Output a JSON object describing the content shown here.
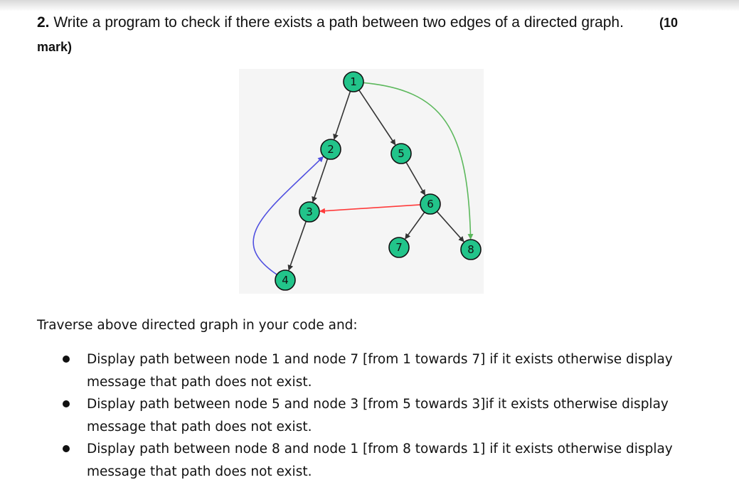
{
  "question": {
    "number": "2.",
    "text": "Write a program to check if there exists a path between two edges of a directed graph.",
    "marks_open": "(10",
    "marks_close": "mark)"
  },
  "graph": {
    "node_color": "#22c48a",
    "nodes": [
      "1",
      "2",
      "3",
      "4",
      "5",
      "6",
      "7",
      "8"
    ],
    "edges": [
      {
        "from": "1",
        "to": "2",
        "color": "#333333"
      },
      {
        "from": "1",
        "to": "5",
        "color": "#333333"
      },
      {
        "from": "1",
        "to": "8",
        "color": "#5cb85c"
      },
      {
        "from": "2",
        "to": "3",
        "color": "#333333"
      },
      {
        "from": "3",
        "to": "4",
        "color": "#333333"
      },
      {
        "from": "4",
        "to": "2",
        "color": "#5050e0"
      },
      {
        "from": "5",
        "to": "6",
        "color": "#333333"
      },
      {
        "from": "6",
        "to": "3",
        "color": "#ff3b3b"
      },
      {
        "from": "6",
        "to": "7",
        "color": "#333333"
      },
      {
        "from": "6",
        "to": "8",
        "color": "#333333"
      }
    ]
  },
  "instructions": "Traverse above directed graph in your code and:",
  "tasks": [
    {
      "line1": "Display path between node 1 and node 7 [from 1 towards 7] if it exists otherwise display",
      "line2": "message that path  does not exist."
    },
    {
      "line1": "Display path between node 5 and node 3 [from 5 towards 3]if it exists otherwise display",
      "line2": "message that path  does not exist."
    },
    {
      "line1": "Display path between node 8 and node 1 [from 8 towards 1] if it exists otherwise display",
      "line2": "message that path  does not exist."
    }
  ]
}
